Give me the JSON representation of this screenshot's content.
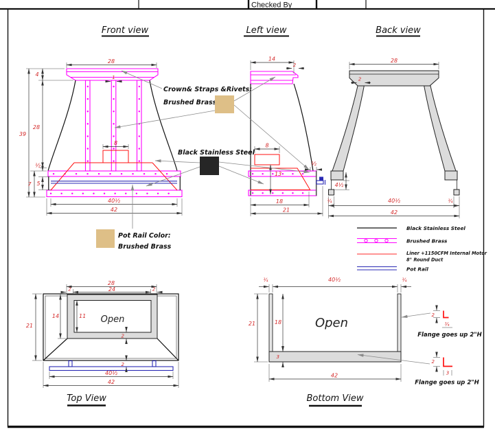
{
  "title_block": {
    "checked_by": "Checked By"
  },
  "views": {
    "front": {
      "title": "Front view"
    },
    "left": {
      "title": "Left view"
    },
    "back": {
      "title": "Back view"
    },
    "top": {
      "title": "Top View"
    },
    "bottom": {
      "title": "Bottom View"
    }
  },
  "dims": {
    "front": {
      "width_top": "28",
      "crown_h": "4",
      "total_h": "39",
      "body_h": "28",
      "overhang": "½",
      "base_h": "7",
      "band_h": "5",
      "duct_w": "8",
      "strap_w": "1",
      "base_w": "40½",
      "total_w": "42"
    },
    "left": {
      "depth_top": "14",
      "crown_lip": "2",
      "duct_d": "8",
      "liner_h": "13",
      "overhang": "½",
      "liner_d": "18",
      "total_d": "21"
    },
    "back": {
      "width_top": "28",
      "leg_w": "2",
      "leg_gap": "4½",
      "foot_l": "¾",
      "base_w": "40½",
      "foot_r": "¾",
      "total_w": "42"
    },
    "top": {
      "width_top": "28",
      "lip_l": "2",
      "opening_w": "24",
      "lip_r": "2",
      "depth": "21",
      "shoulder_d": "14",
      "opening_d": "11",
      "wall": "2",
      "rail_gap": "2",
      "rail_w": "40½",
      "total_w": "42"
    },
    "bottom": {
      "flange_l": "¾",
      "inner_w": "40½",
      "flange_r": "¾",
      "depth": "21",
      "inner_d": "18",
      "back_w": "3",
      "total_w": "42",
      "f1_h": "2",
      "f1_t": "¾",
      "f2_h": "2",
      "f2_t": "3"
    }
  },
  "labels": {
    "crown1": "Crown& Straps &Rivets:",
    "crown2": "Brushed Brass",
    "black_ss": "Black Stainless Steel",
    "potrail1": "Pot Rail Color:",
    "potrail2": "Brushed Brass",
    "flange": "Flange goes up 2\"H",
    "open": "Open"
  },
  "legend": {
    "items": [
      {
        "label": "Black Stainless Steel"
      },
      {
        "label": "Brushed Brass"
      },
      {
        "label": "Liner +1150CFM Internal Motor",
        "label2": "8\" Round Duct"
      },
      {
        "label": "Pot Rail"
      }
    ]
  },
  "colors": {
    "brass_magenta": "#ff00ff",
    "liner_red": "#ff1111",
    "dim_red": "#d42a2a",
    "pot_rail_blue": "#2a2ab4",
    "steel_fill_gray": "#dcdcdc",
    "swatch_tan": "#debf87",
    "swatch_black": "#262626",
    "leader_gray": "#8a8a8a"
  }
}
